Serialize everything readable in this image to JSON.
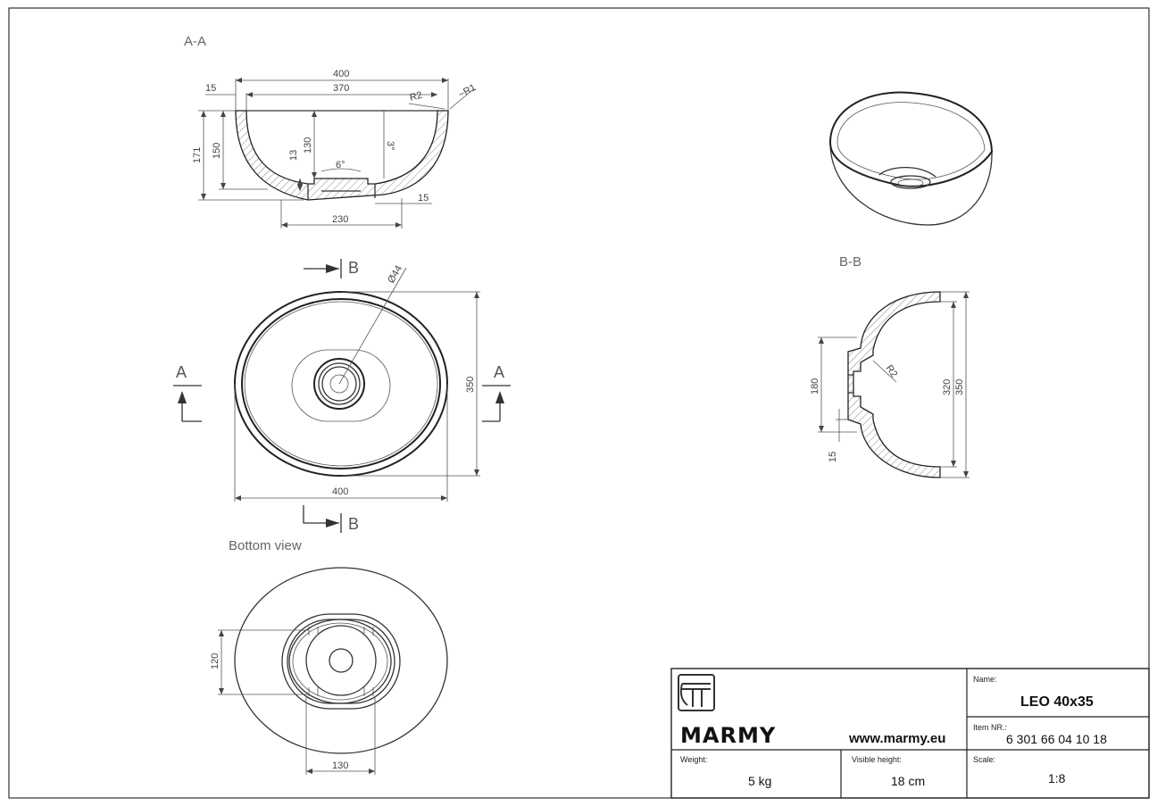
{
  "views": {
    "section_aa": {
      "title": "A-A",
      "dims": {
        "w400": "400",
        "w370": "370",
        "r2": "R2",
        "r1": "~R1",
        "w15": "15",
        "h171": "171",
        "h150": "150",
        "h130": "130",
        "h13": "13",
        "a3": "3°",
        "a6": "6°",
        "w230": "230",
        "w15b": "15"
      }
    },
    "top_view": {
      "cut_b": "B",
      "cut_b2": "B",
      "cut_a": "A",
      "cut_a2": "A",
      "dims": {
        "d44": "Ø44",
        "h350": "350",
        "w400": "400"
      }
    },
    "bottom_view": {
      "title": "Bottom view",
      "dims": {
        "h120": "120",
        "w130": "130"
      }
    },
    "section_bb": {
      "title": "B-B",
      "dims": {
        "h180": "180",
        "h15": "15",
        "r2": "R2",
        "h320": "320",
        "h350": "350"
      }
    }
  },
  "title_block": {
    "brand": "MARMY",
    "website": "www.marmy.eu",
    "name_label": "Name:",
    "name_value": "LEO 40x35",
    "item_label": "Item NR.:",
    "item_value": "6 301 66 04 10 18",
    "weight_label": "Weight:",
    "weight_value": "5 kg",
    "height_label": "Visible height:",
    "height_value": "18 cm",
    "scale_label": "Scale:",
    "scale_value": "1:8"
  },
  "colors": {
    "line": "#222222",
    "dim_line": "#555555",
    "text": "#444444",
    "background": "#ffffff"
  },
  "icons": [
    "marmy-logo-icon"
  ]
}
